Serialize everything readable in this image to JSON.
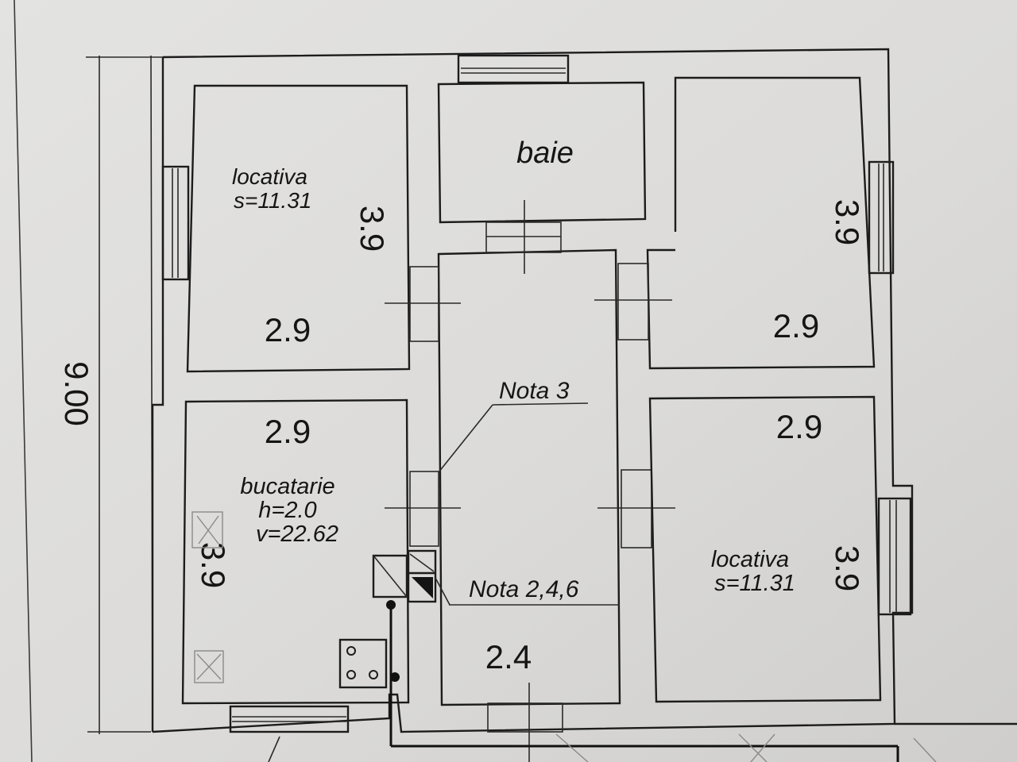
{
  "plan": {
    "overall_dimension": "9.00",
    "rooms": {
      "top_left": {
        "name": "locativa",
        "area": "s=11.31",
        "width": "2.9",
        "length": "3.9"
      },
      "top_middle": {
        "name": "baie"
      },
      "top_right": {
        "width": "2.9",
        "length": "3.9"
      },
      "bottom_left": {
        "name": "bucatarie",
        "height": "h=2.0",
        "volume": "v=22.62",
        "width": "2.9",
        "length": "3.9"
      },
      "corridor": {
        "width": "2.4"
      },
      "bottom_right": {
        "name": "locativa",
        "area": "s=11.31",
        "width": "2.9",
        "length": "3.9"
      }
    },
    "notes": {
      "note_3": "Nota 3",
      "note_246": "Nota 2,4,6"
    }
  }
}
